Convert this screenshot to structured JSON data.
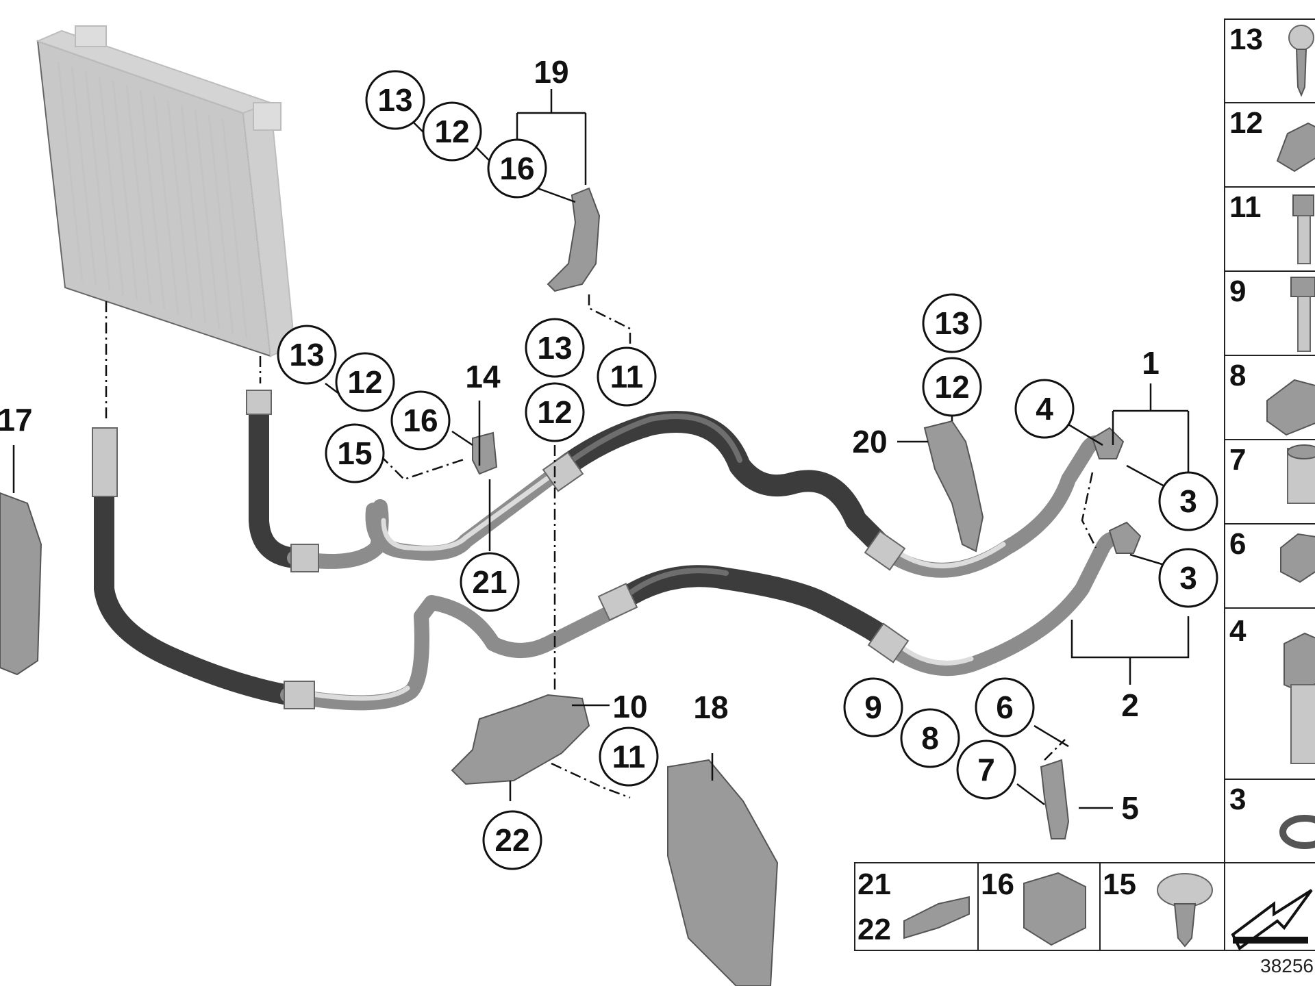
{
  "diagram": {
    "reference_number": "38256",
    "callouts": {
      "c13a": "13",
      "c12a": "12",
      "c16a": "16",
      "c19": "19",
      "c13b": "13",
      "c12b": "12",
      "c16b": "16",
      "c15a": "15",
      "c14": "14",
      "c21": "21",
      "c13c": "13",
      "c12c": "12",
      "c11a": "11",
      "c13d": "13",
      "c12d": "12",
      "c20": "20",
      "c1": "1",
      "c4": "4",
      "c3a": "3",
      "c3b": "3",
      "c2": "2",
      "c17": "17",
      "c10": "10",
      "c11b": "11",
      "c22": "22",
      "c18": "18",
      "c9": "9",
      "c8": "8",
      "c6": "6",
      "c7": "7",
      "c5": "5"
    },
    "legend_side": [
      "13",
      "12",
      "11",
      "9",
      "8",
      "7",
      "6",
      "4",
      "3"
    ],
    "legend_bottom": {
      "cell_a_top": "21",
      "cell_a_bottom": "22",
      "cell_b": "16",
      "cell_c": "15"
    }
  }
}
